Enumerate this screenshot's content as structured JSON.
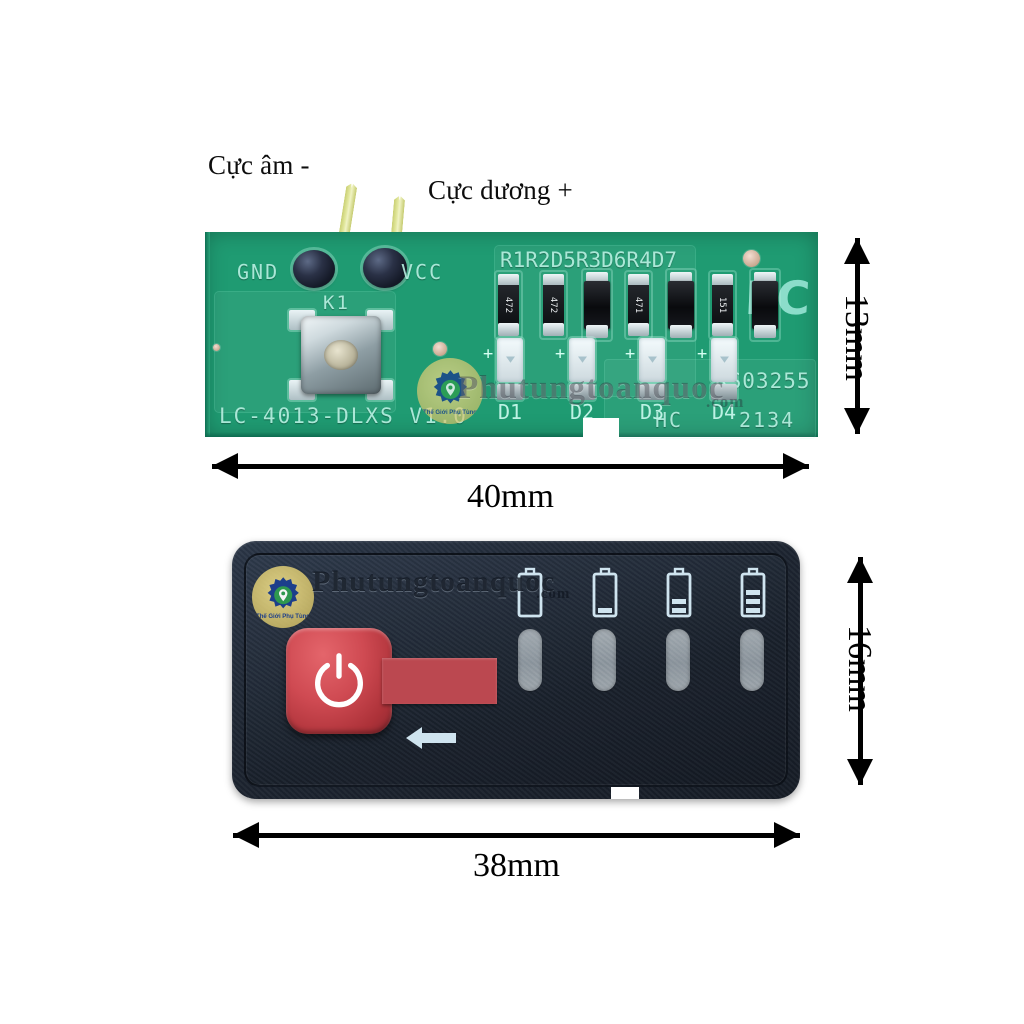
{
  "background": "#ffffff",
  "callouts": {
    "negative": "Cực âm -",
    "positive": "Cực dương +"
  },
  "pcb": {
    "silkscreen": {
      "gnd": "GND",
      "vcc": "VCC",
      "switch": "K1",
      "part_number": "LC-4013-DLXS V1.0",
      "component_row": "R1R2D5R3D6R4D7",
      "code": "RS03255",
      "mark": "HC",
      "date_code": "2134",
      "brand": "LC"
    },
    "led_labels": [
      "D1",
      "D2",
      "D3",
      "D4"
    ],
    "plus_marks": [
      "+",
      "+",
      "+",
      "+"
    ],
    "resistor_codes": [
      "472",
      "472",
      "471",
      "151"
    ],
    "colors": {
      "board": "#1f9b72",
      "silkscreen": "#b9f0e2",
      "copper_via": "#caa991"
    }
  },
  "panel": {
    "power_button": {
      "icon": "power-icon",
      "color": "#c4454d"
    },
    "arrow": {
      "icon": "arrow-left-icon",
      "color": "#cfe4ef"
    },
    "battery_indicators": [
      {
        "label": "battery-level-0",
        "bars": 0
      },
      {
        "label": "battery-level-1",
        "bars": 1
      },
      {
        "label": "battery-level-2",
        "bars": 2
      },
      {
        "label": "battery-level-3",
        "bars": 3
      }
    ],
    "colors": {
      "shell": "#1d2531",
      "icon_outline": "#cfe4ef",
      "led_window": "#aab4bb"
    }
  },
  "dimensions": {
    "pcb_width": "40mm",
    "pcb_height": "13mm",
    "panel_width": "38mm",
    "panel_height": "16mm"
  },
  "watermark": {
    "text": "Phutungtoanquoc",
    "tld": ".com",
    "logo_brand": "Thế Giới Phụ Tùng",
    "logo_icon": "gear-pin-icon"
  }
}
